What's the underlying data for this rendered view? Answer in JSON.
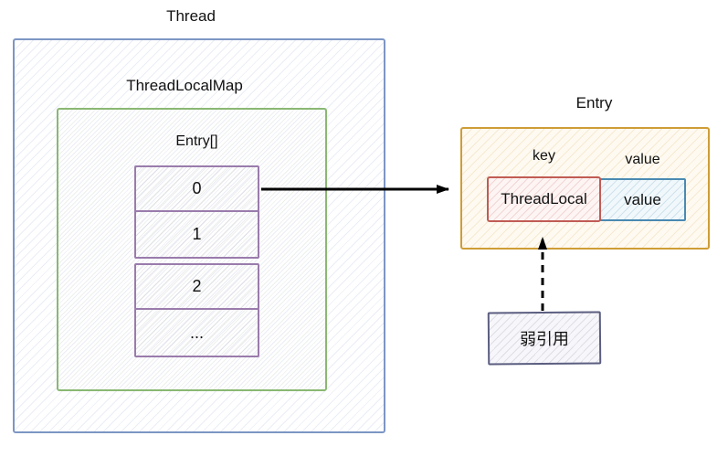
{
  "diagram": {
    "thread_box": {
      "title": "Thread",
      "border_color": "#7d96c4"
    },
    "map_box": {
      "title": "ThreadLocalMap",
      "border_color": "#8ab873"
    },
    "entry_array": {
      "title": "Entry[]",
      "border_color": "#9a7cac",
      "cells": [
        "0",
        "1",
        "2",
        "..."
      ]
    },
    "entry_box": {
      "title": "Entry",
      "border_color": "#cf9d36",
      "key": {
        "header": "key",
        "text": "ThreadLocal",
        "border_color": "#c05c55"
      },
      "value": {
        "header": "value",
        "text": "value",
        "border_color": "#4a8ab2"
      }
    },
    "weak_ref_box": {
      "label": "弱引用",
      "border_color": "#5b5e80"
    },
    "arrow_color": "#000000"
  }
}
